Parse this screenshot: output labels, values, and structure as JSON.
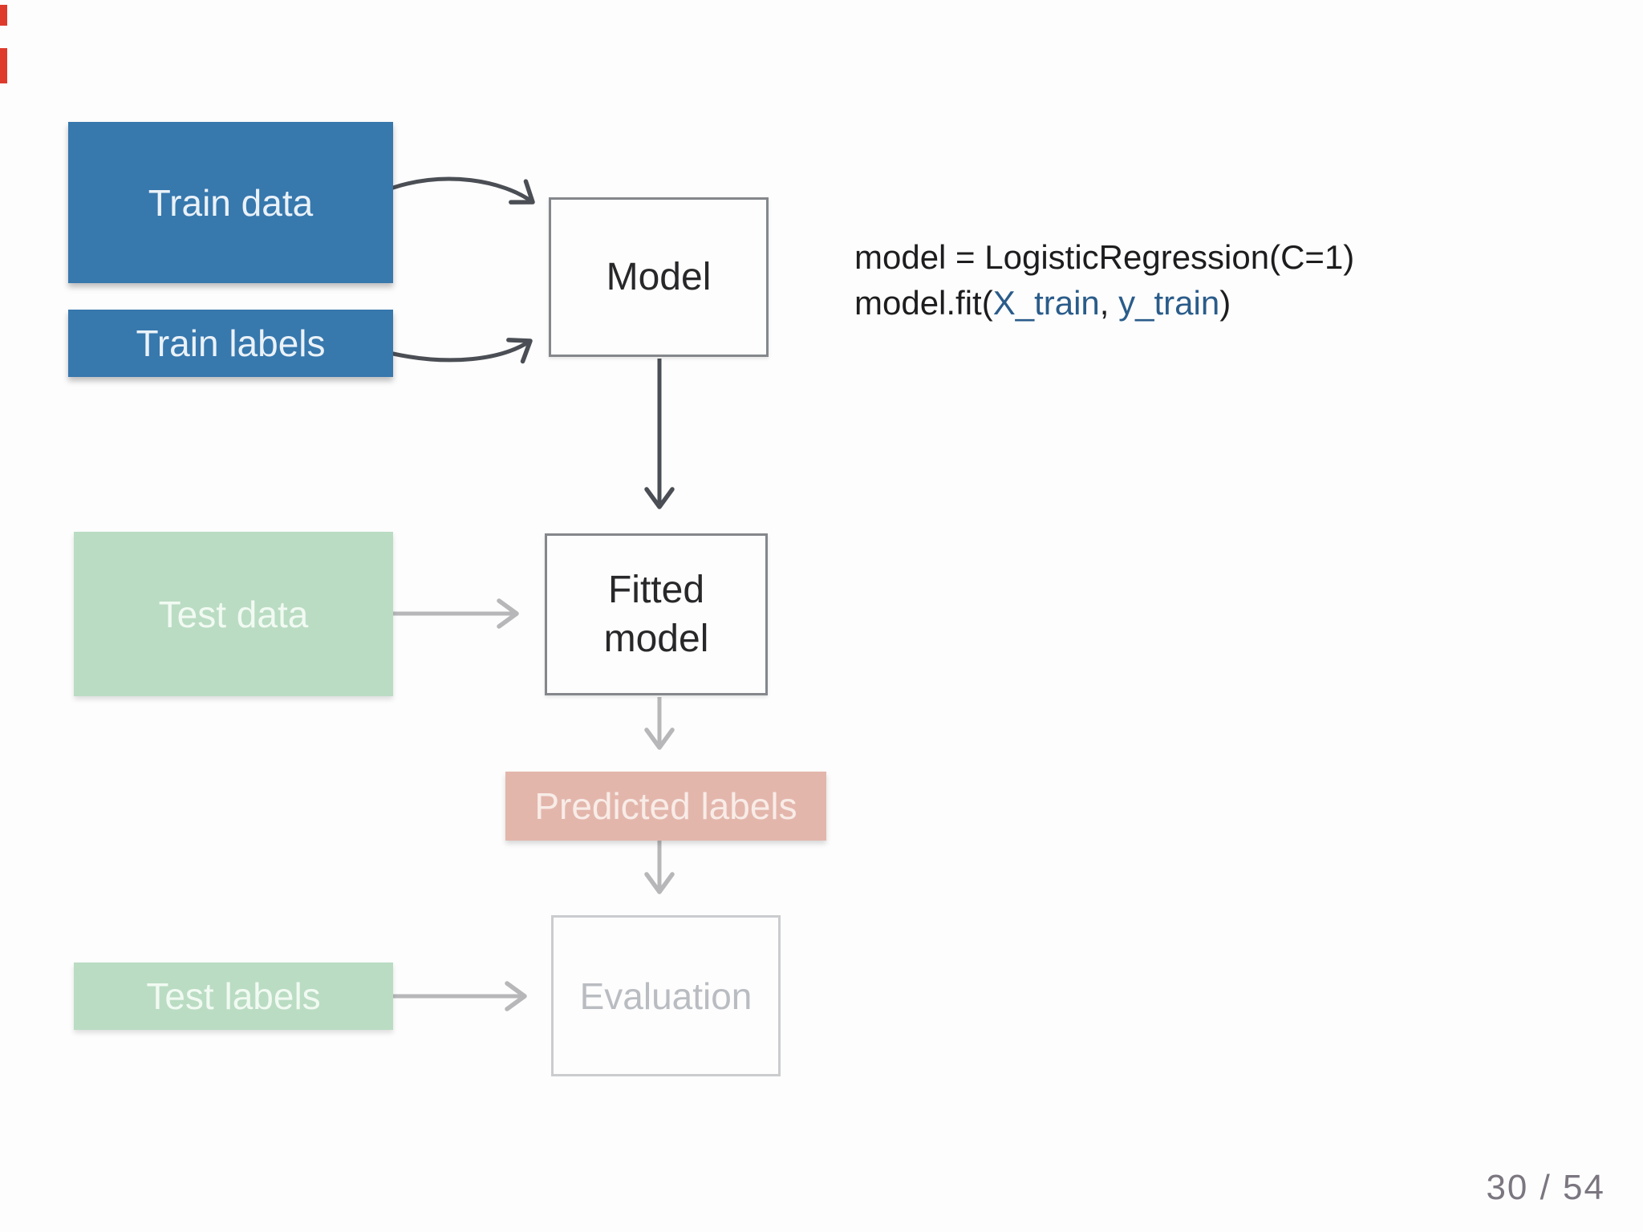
{
  "slide": {
    "page_number": "30 / 54"
  },
  "nodes": {
    "train_data": {
      "label": "Train data"
    },
    "train_labels": {
      "label": "Train labels"
    },
    "test_data": {
      "label": "Test data"
    },
    "test_labels": {
      "label": "Test labels"
    },
    "model": {
      "label": "Model"
    },
    "fitted_model": {
      "line1": "Fitted",
      "line2": "model"
    },
    "predicted_labels": {
      "label": "Predicted labels"
    },
    "evaluation": {
      "label": "Evaluation"
    }
  },
  "code": {
    "line1": "model = LogisticRegression(C=1)",
    "line2": {
      "prefix": "model.fit(",
      "arg1": "X_train",
      "separator": ", ",
      "arg2": "y_train",
      "suffix": ")"
    }
  },
  "colors": {
    "train_box": "#3778ad",
    "test_box": "#badcc3",
    "predicted_box": "#e3b6ac",
    "active_arrow": "#4b4f55",
    "faded_arrow": "#b7b7b9",
    "faded_border": "#caccce",
    "code_text": "#1d1d1f",
    "code_identifier": "#2a5c8a",
    "page_number": "#7b7680",
    "edge_marks": "#de3b2d"
  }
}
